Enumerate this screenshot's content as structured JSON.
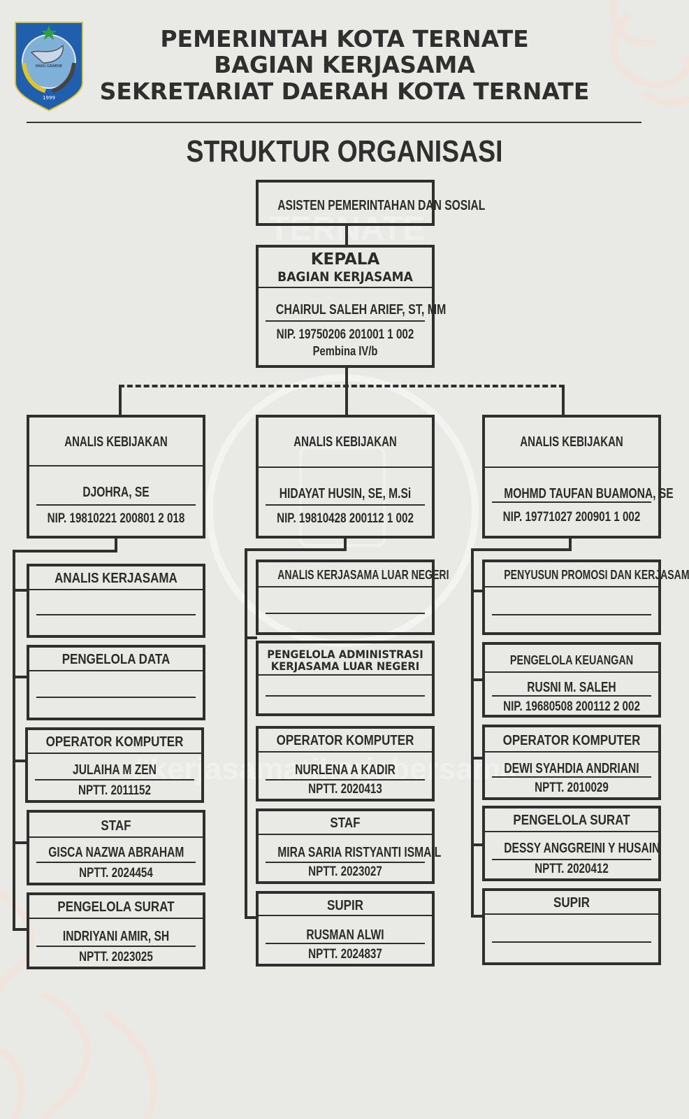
{
  "header": {
    "line1": "PEMERINTAH KOTA TERNATE",
    "line2": "BAGIAN KERJASAMA",
    "line3": "SEKRETARIAT DAERAH KOTA TERNATE"
  },
  "logo": {
    "motto": "MAKU GAWENE",
    "year": "1999"
  },
  "title": "STRUKTUR ORGANISASI",
  "asisten": "ASISTEN PEMERINTAHAN DAN SOSIAL",
  "watermark_top": "TERNATE",
  "watermark_bottom": "#kerjasamatikerjabersama",
  "kepala": {
    "title1": "KEPALA",
    "title2": "BAGIAN KERJASAMA",
    "name": "CHAIRUL SALEH ARIEF, ST, MM",
    "nip": "NIP. 19750206 201001 1 002",
    "rank": "Pembina IV/b"
  },
  "analis": [
    {
      "title": "ANALIS KEBIJAKAN",
      "name": "DJOHRA, SE",
      "nip": "NIP. 19810221 200801 2 018"
    },
    {
      "title": "ANALIS KEBIJAKAN",
      "name": "HIDAYAT HUSIN, SE, M.Si",
      "nip": "NIP. 19810428 200112 1 002"
    },
    {
      "title": "ANALIS KEBIJAKAN",
      "name": "MOHMD TAUFAN BUAMONA, SE",
      "nip": "NIP. 19771027 200901 1 002"
    }
  ],
  "col1": [
    {
      "title": "ANALIS KERJASAMA",
      "name": "",
      "id": ""
    },
    {
      "title": "PENGELOLA DATA",
      "name": "",
      "id": ""
    },
    {
      "title": "OPERATOR KOMPUTER",
      "name": "JULAIHA M ZEN",
      "id": "NPTT. 2011152"
    },
    {
      "title": "STAF",
      "name": "GISCA NAZWA ABRAHAM",
      "id": "NPTT. 2024454"
    },
    {
      "title": "PENGELOLA SURAT",
      "name": "INDRIYANI AMIR, SH",
      "id": "NPTT. 2023025"
    }
  ],
  "col2": [
    {
      "title": "ANALIS KERJASAMA LUAR NEGERI",
      "name": "",
      "id": ""
    },
    {
      "title": "PENGELOLA ADMINISTRASI",
      "title2": "KERJASAMA LUAR NEGERI",
      "name": "",
      "id": ""
    },
    {
      "title": "OPERATOR KOMPUTER",
      "name": "NURLENA A KADIR",
      "id": "NPTT. 2020413"
    },
    {
      "title": "STAF",
      "name": "MIRA SARIA RISTYANTI ISMAIL",
      "id": "NPTT. 2023027"
    },
    {
      "title": "SUPIR",
      "name": "RUSMAN ALWI",
      "id": "NPTT. 2024837"
    }
  ],
  "col3": [
    {
      "title": "PENYUSUN PROMOSI DAN KERJASAMA",
      "name": "",
      "id": ""
    },
    {
      "title": "PENGELOLA KEUANGAN",
      "name": "RUSNI M. SALEH",
      "id": "NIP. 19680508 200112 2 002"
    },
    {
      "title": "OPERATOR KOMPUTER",
      "name": "DEWI SYAHDIA ANDRIANI",
      "id": "NPTT. 2010029"
    },
    {
      "title": "PENGELOLA SURAT",
      "name": "DESSY ANGGREINI Y HUSAIN",
      "id": "NPTT. 2020412"
    },
    {
      "title": "SUPIR",
      "name": "",
      "id": ""
    }
  ]
}
